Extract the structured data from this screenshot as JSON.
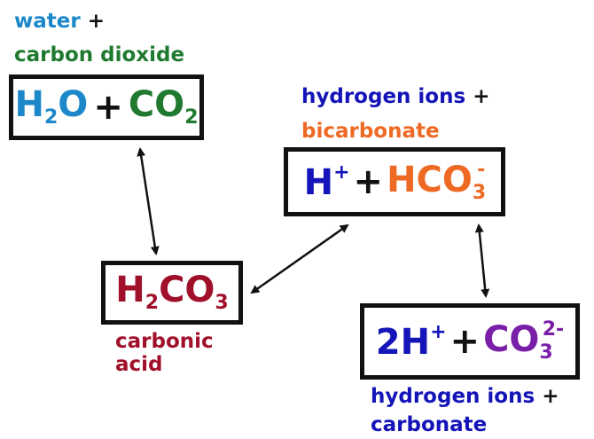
{
  "colors": {
    "water": "#1c88c9",
    "carbon_dioxide": "#1f7a30",
    "carbonic": "#a0102a",
    "hydrogen": "#1414b8",
    "bicarbonate": "#ee6a24",
    "carbonate": "#7a1fa8",
    "black": "#111111"
  },
  "labels": {
    "water": "water",
    "plus": "+",
    "carbon_dioxide": "carbon dioxide",
    "hydrogen_ions": "hydrogen ions",
    "bicarbonate": "bicarbonate",
    "carbonic": "carbonic",
    "acid": "acid",
    "hydrogen_ions_2": "hydrogen ions",
    "carbonate": "carbonate"
  },
  "box_h2o": {
    "h": "H",
    "h_sub": "2",
    "o": "O",
    "plus": "+",
    "co": "CO",
    "co_sub": "2"
  },
  "box_h2co3": {
    "h": "H",
    "h_sub": "2",
    "co": "CO",
    "co_sub": "3"
  },
  "box_hco3": {
    "h": "H",
    "h_sup": "+",
    "plus": "+",
    "hco": "HCO",
    "hco_sub": "3",
    "hco_sup": "-"
  },
  "box_co3": {
    "coef_h": "2H",
    "h_sup": "+",
    "plus": "+",
    "co": "CO",
    "co_sub": "3",
    "co_sup": "2-"
  }
}
